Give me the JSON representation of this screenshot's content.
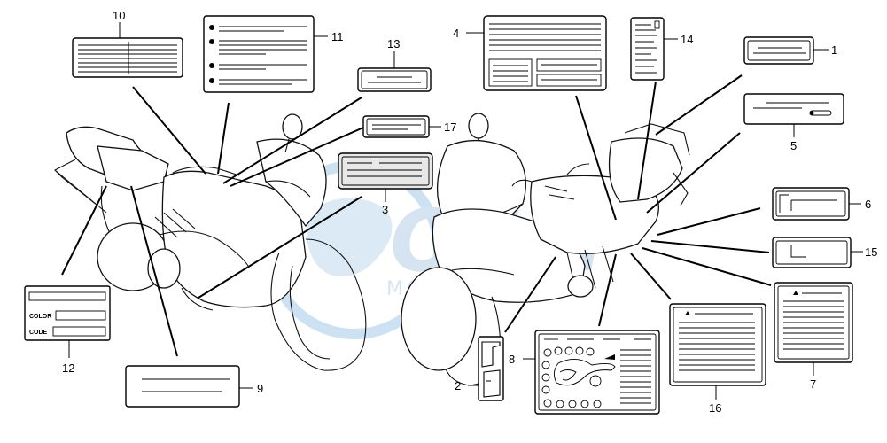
{
  "callouts": {
    "c1": "1",
    "c2": "2",
    "c3": "3",
    "c4": "4",
    "c5": "5",
    "c6": "6",
    "c7": "7",
    "c8": "8",
    "c9": "9",
    "c10": "10",
    "c11": "11",
    "c12": "12",
    "c13": "13",
    "c14": "14",
    "c15": "15",
    "c16": "16",
    "c17": "17"
  },
  "label12": {
    "color_text": "COLOR",
    "code_text": "CODE"
  },
  "watermark": {
    "brand": "OEM",
    "sub": "MOTORPARTS",
    "color": "#bcd9ee"
  },
  "colors": {
    "line": "#000000",
    "background": "#ffffff"
  }
}
